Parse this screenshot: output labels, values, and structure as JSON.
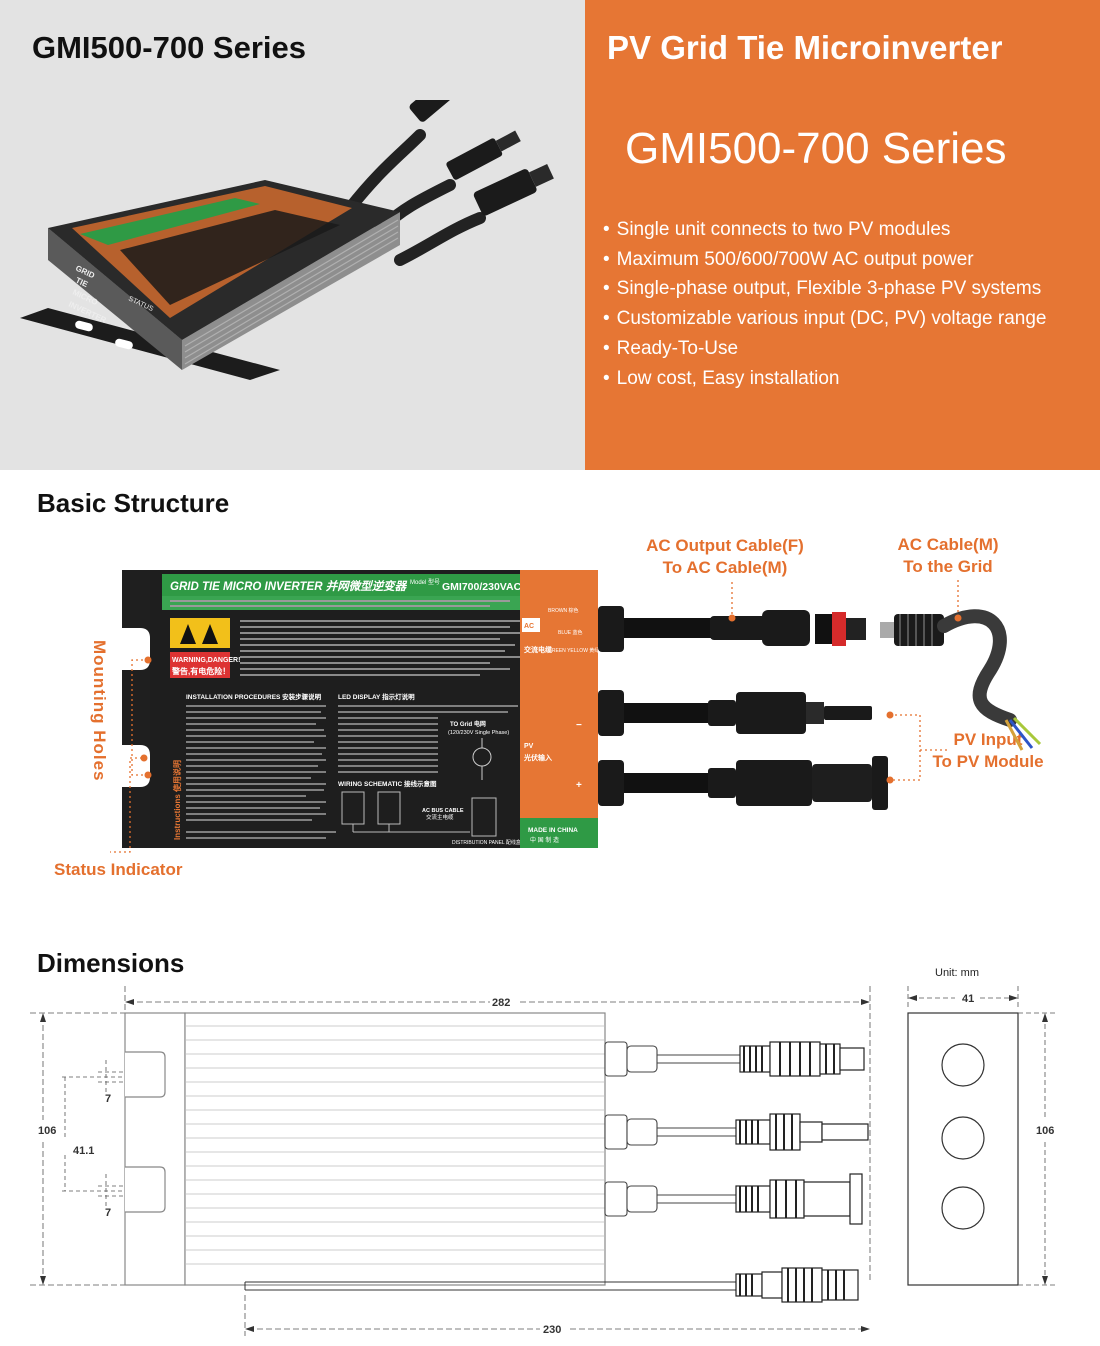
{
  "hero": {
    "left_title": "GMI500-700 Series",
    "right_title": "PV Grid Tie Microinverter",
    "series": "GMI500-700 Series",
    "features": [
      "Single unit connects to two PV modules",
      "Maximum 500/600/700W AC output power",
      "Single-phase output, Flexible 3-phase PV systems",
      "Customizable various input (DC, PV) voltage range",
      "Ready-To-Use",
      "Low cost, Easy installation"
    ],
    "product_label": {
      "grid": "GRID",
      "tie": "TIE",
      "micro": "MICRO",
      "inverter": "INVERTER",
      "status": "STATUS"
    }
  },
  "structure": {
    "title": "Basic Structure",
    "callouts": {
      "ac_output": [
        "AC Output Cable(F)",
        "To AC Cable(M)"
      ],
      "ac_cable": [
        "AC Cable(M)",
        "To the Grid"
      ],
      "pv_input": [
        "PV Input",
        "To PV Module"
      ],
      "mounting": "Mounting Holes",
      "status": "Status Indicator"
    },
    "label": {
      "brand": "GRID TIE MICRO INVERTER 并网微型逆变器",
      "model_prefix": "Model 型号",
      "model": "GMI700/230VAC",
      "warning": "WARNING,DANGER!",
      "warning_cn": "警告,有电危险！",
      "installation": "INSTALLATION PROCEDURES 安装步骤说明",
      "led": "LED DISPLAY 指示灯说明",
      "wiring": "WIRING SCHEMATIC 接线示意图",
      "to_grid": "TO Grid 电网",
      "single_phase": "(120/230V Single Phase)",
      "ac_bus": "AC BUS CABLE",
      "ac_bus_cn": "交流主电缆",
      "distribution": "DISTRIBUTION PANEL 配线盒",
      "instructions": "Instructions 使用说明",
      "ac_tag": "AC",
      "ac_cn": "交流电缆",
      "pv_tag": "PV",
      "pv_cn": "光伏输入",
      "brown": "BROWN 棕色",
      "blue": "BLUE 蓝色",
      "green_yellow": "GREEN YELLOW 黄绿",
      "made_in": "MADE IN CHINA",
      "made_in_cn": "中 国 制 造",
      "minus": "−",
      "plus": "+"
    }
  },
  "dimensions": {
    "title": "Dimensions",
    "unit": "Unit: mm",
    "length": "282",
    "width": "41",
    "height_left": "106",
    "height_right": "106",
    "hole_spacing": "41.1",
    "hole_top": "7",
    "hole_bottom": "7",
    "cable_length": "230"
  },
  "colors": {
    "orange": "#e67634",
    "accent_text": "#e4702e",
    "label_green": "#2f9a45",
    "hero_grey": "#e3e3e3"
  }
}
